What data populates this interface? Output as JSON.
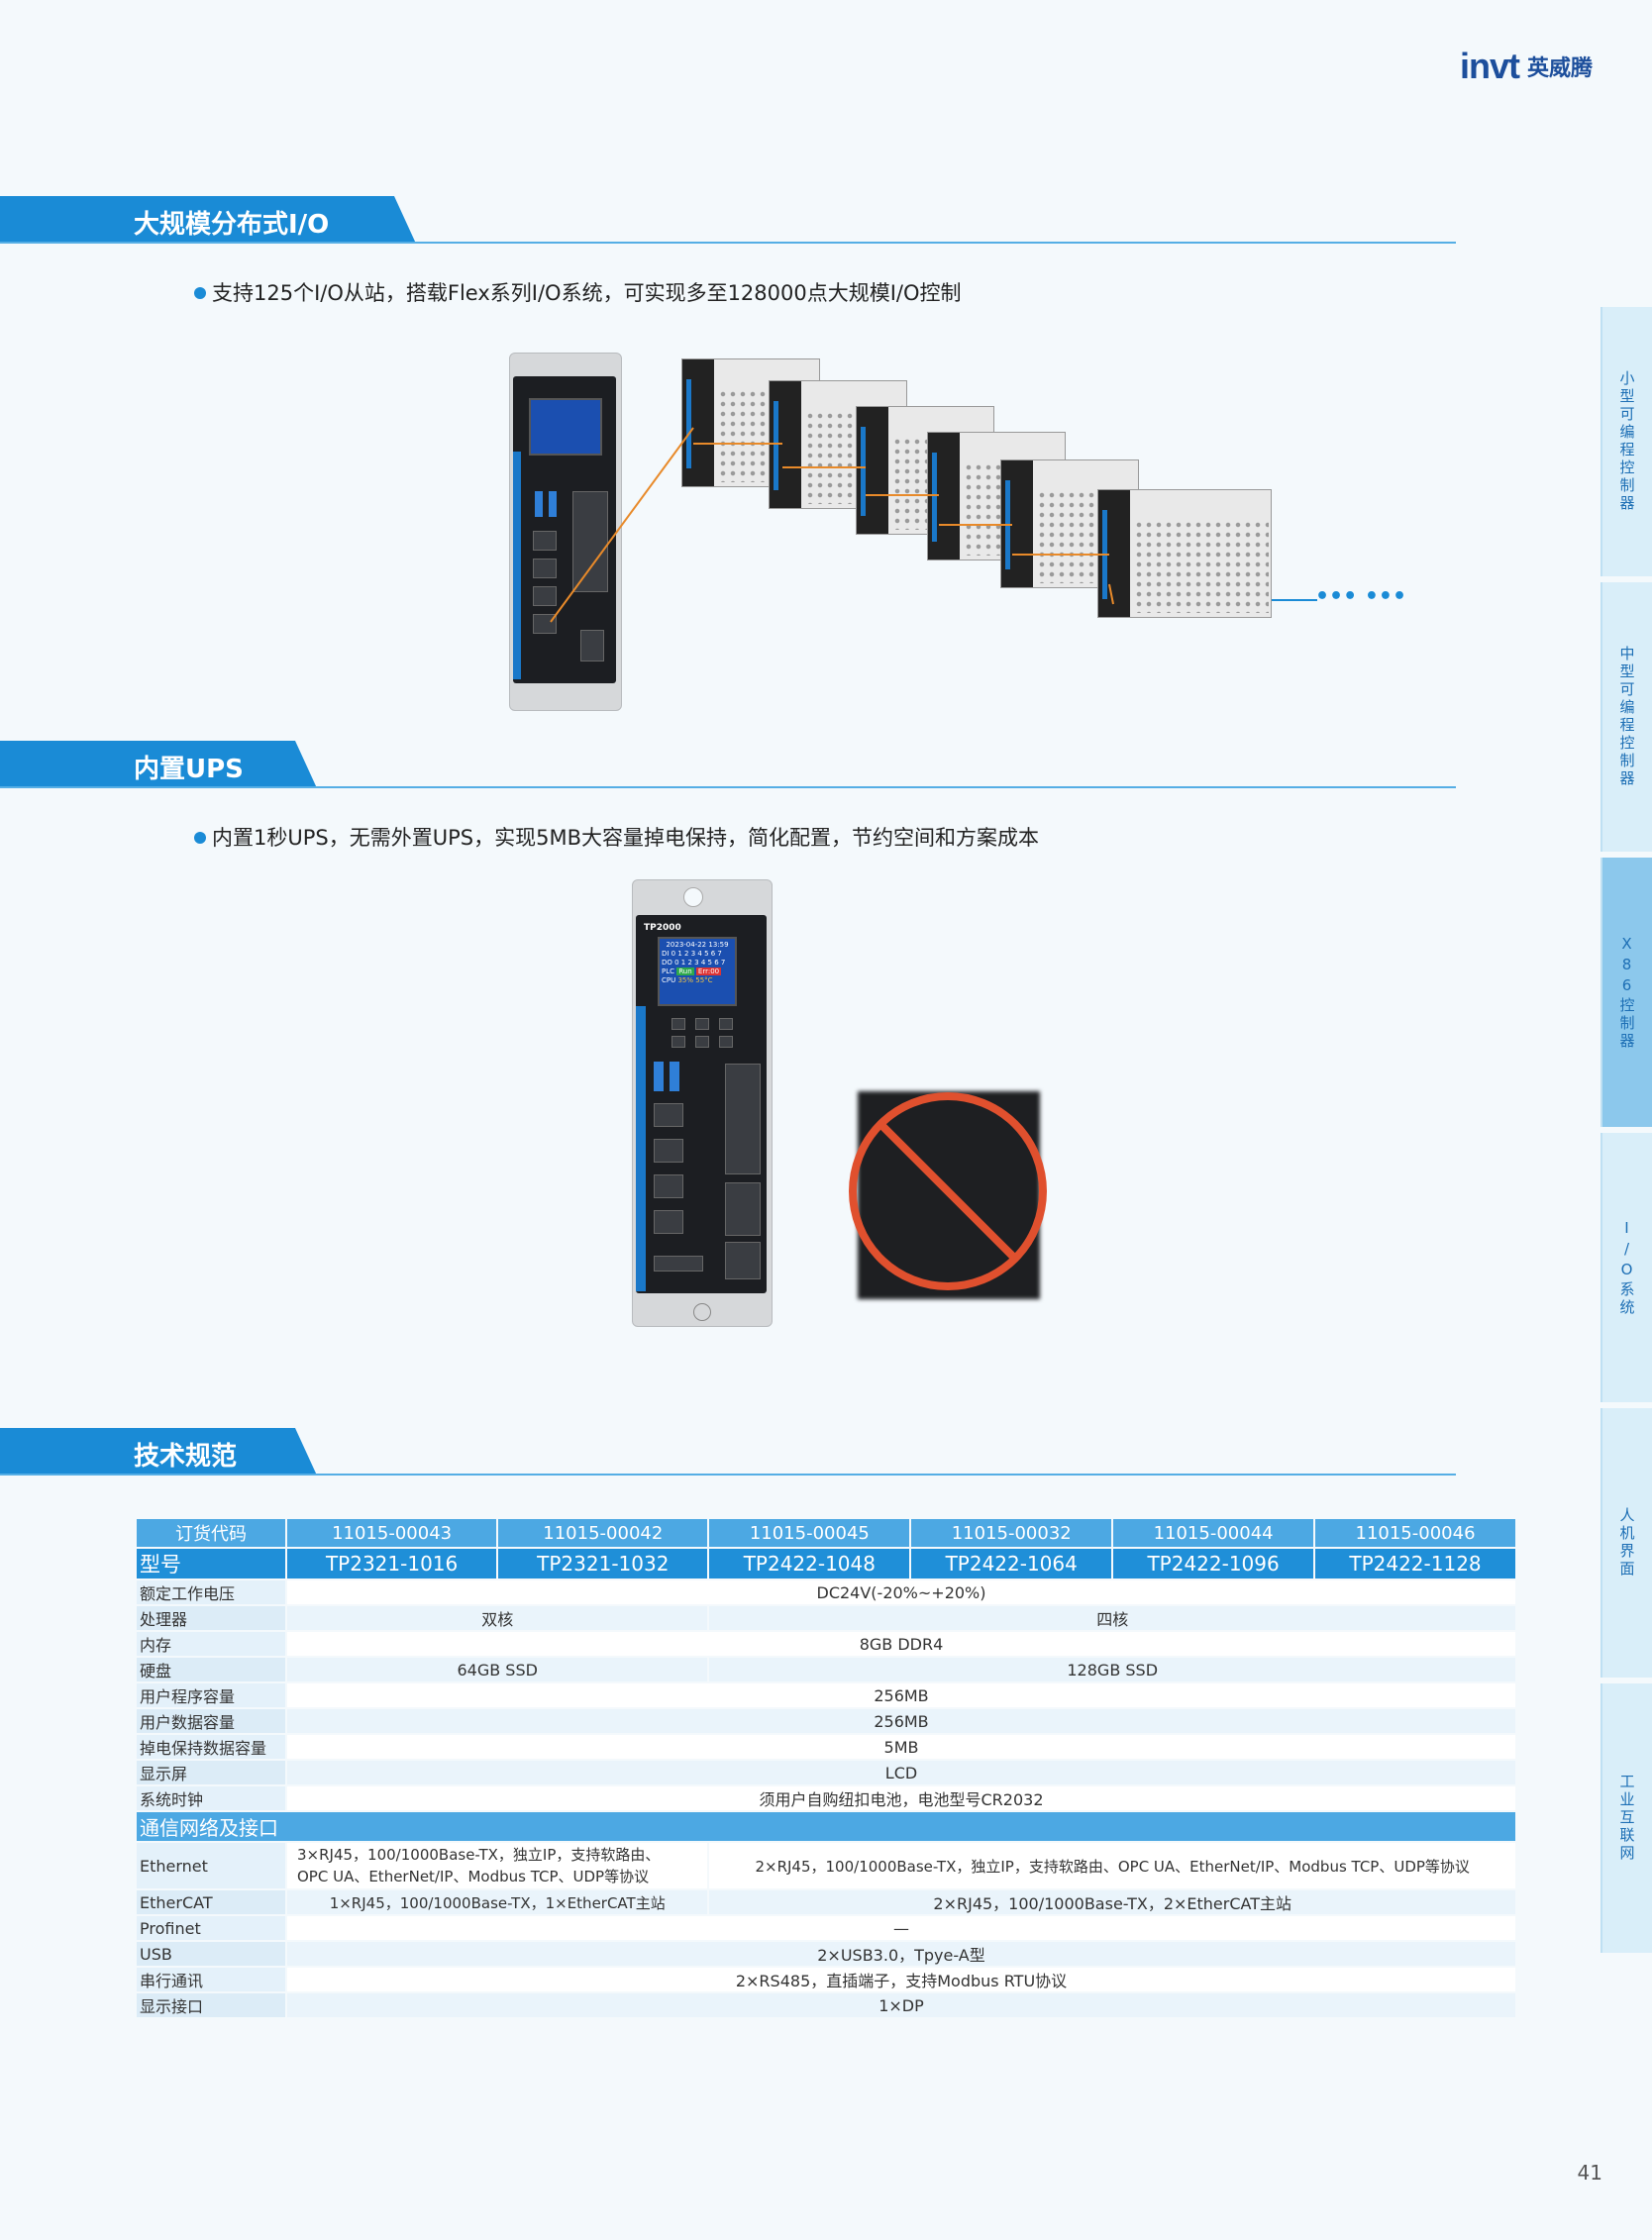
{
  "brand": {
    "logo": "invt",
    "name": "英威腾"
  },
  "sections": {
    "io": {
      "title": "大规模分布式I/O",
      "bullet": "支持125个I/O从站，搭载Flex系列I/O系统，可实现多至128000点大规模I/O控制",
      "continuation": "••• •••"
    },
    "ups": {
      "title": "内置UPS",
      "bullet": "内置1秒UPS，无需外置UPS，实现5MB大容量掉电保持，简化配置，节约空间和方案成本"
    },
    "spec": {
      "title": "技术规范"
    }
  },
  "device": {
    "model_label": "TP2000",
    "screen": {
      "line0": "2023-04-22 13:59",
      "row_di": "DI  0 1 2 3 4 5 6 7",
      "row_do": "DO  0 1 2 3 4 5 6 7",
      "row_plc": "PLC",
      "plc_state": "Run",
      "plc_err": "Err:00",
      "row_cpu": "CPU",
      "cpu_load": "35%",
      "cpu_temp": "55°C"
    }
  },
  "sidenav": [
    {
      "label": "小型可编程控制器",
      "active": false
    },
    {
      "label": "中型可编程控制器",
      "active": false
    },
    {
      "label": "X86控制器",
      "active": true
    },
    {
      "label": "I/O系统",
      "active": false
    },
    {
      "label": "人机界面",
      "active": false
    },
    {
      "label": "工业互联网",
      "active": false
    }
  ],
  "table": {
    "order_code_label": "订货代码",
    "order_codes": [
      "11015-00043",
      "11015-00042",
      "11015-00045",
      "11015-00032",
      "11015-00044",
      "11015-00046"
    ],
    "model_label": "型号",
    "models": [
      "TP2321-1016",
      "TP2321-1032",
      "TP2422-1048",
      "TP2422-1064",
      "TP2422-1096",
      "TP2422-1128"
    ],
    "rows": {
      "voltage": {
        "label": "额定工作电压",
        "value": "DC24V(-20%~+20%)"
      },
      "cpu": {
        "label": "处理器",
        "a": "双核",
        "b": "四核"
      },
      "mem": {
        "label": "内存",
        "value": "8GB DDR4"
      },
      "disk": {
        "label": "硬盘",
        "a": "64GB SSD",
        "b": "128GB SSD"
      },
      "prog": {
        "label": "用户程序容量",
        "value": "256MB"
      },
      "data": {
        "label": "用户数据容量",
        "value": "256MB"
      },
      "retain": {
        "label": "掉电保持数据容量",
        "value": "5MB"
      },
      "display": {
        "label": "显示屏",
        "value": "LCD"
      },
      "clock": {
        "label": "系统时钟",
        "value": "须用户自购纽扣电池，电池型号CR2032"
      }
    },
    "group_label": "通信网络及接口",
    "comm": {
      "eth": {
        "label": "Ethernet",
        "a1": "3×RJ45，100/1000Base-TX，独立IP，支持软路由、",
        "a2": "OPC UA、EtherNet/IP、Modbus TCP、UDP等协议",
        "b": "2×RJ45，100/1000Base-TX，独立IP，支持软路由、OPC UA、EtherNet/IP、Modbus TCP、UDP等协议"
      },
      "ecat": {
        "label": "EtherCAT",
        "a": "1×RJ45，100/1000Base-TX，1×EtherCAT主站",
        "b": "2×RJ45，100/1000Base-TX，2×EtherCAT主站"
      },
      "profinet": {
        "label": "Profinet",
        "value": "—"
      },
      "usb": {
        "label": "USB",
        "value": "2×USB3.0，Tpye-A型"
      },
      "serial": {
        "label": "串行通讯",
        "value": "2×RS485，直插端子，支持Modbus RTU协议"
      },
      "dp": {
        "label": "显示接口",
        "value": "1×DP"
      }
    }
  },
  "page_number": "41",
  "colors": {
    "accent": "#1a8bd6",
    "brand": "#1d4f9c",
    "no_symbol": "#e0502e"
  }
}
